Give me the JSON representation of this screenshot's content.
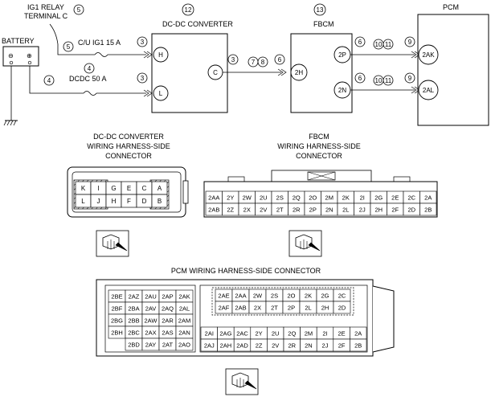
{
  "labels": {
    "ig1_relay": "IG1 RELAY",
    "terminal_c": "TERMINAL C",
    "battery": "BATTERY",
    "fuse1": "C/U IG1 15 A",
    "fuse2": "DCDC 50 A",
    "dcdc": "DC-DC CONVERTER",
    "fbcm": "FBCM",
    "pcm": "PCM",
    "dcdc_conn_title": [
      "DC-DC CONVERTER",
      "WIRING HARNESS-SIDE",
      "CONNECTOR"
    ],
    "fbcm_conn_title": [
      "FBCM",
      "WIRING HARNESS-SIDE",
      "CONNECTOR"
    ],
    "pcm_conn_title": "PCM WIRING HARNESS-SIDE CONNECTOR"
  },
  "circles": {
    "c5_top": "5",
    "c5_left": "5",
    "c4_mid": "4",
    "c4_left": "4",
    "c3_h": "3",
    "c3_l": "3",
    "c12": "12",
    "c13": "13",
    "c3_c": "3",
    "c7": "7",
    "c8": "8",
    "c6_2h": "6",
    "c6_2p": "6",
    "c10a": "10",
    "c11a": "11",
    "c9a": "9",
    "c6_2n": "6",
    "c10b": "10",
    "c11b": "11",
    "c9b": "9"
  },
  "pins": {
    "h": "H",
    "l": "L",
    "c": "C",
    "p2h": "2H",
    "p2p": "2P",
    "p2n": "2N",
    "p2ak": "2AK",
    "p2al": "2AL",
    "minus": "⊖",
    "plus": "⊕"
  },
  "dcdc_cells": [
    "K",
    "I",
    "G",
    "E",
    "C",
    "A",
    "L",
    "J",
    "H",
    "F",
    "D",
    "B"
  ],
  "fbcm_cells": [
    "2AA",
    "2Y",
    "2W",
    "2U",
    "2S",
    "2Q",
    "2O",
    "2M",
    "2K",
    "2I",
    "2G",
    "2E",
    "2C",
    "2A",
    "2AB",
    "2Z",
    "2X",
    "2V",
    "2T",
    "2R",
    "2P",
    "2N",
    "2L",
    "2J",
    "2H",
    "2F",
    "2D",
    "2B"
  ],
  "pcm_left": [
    "2BE",
    "2AZ",
    "2AU",
    "2AP",
    "2AK",
    "2BF",
    "2BA",
    "2AV",
    "2AQ",
    "2AL",
    "2BG",
    "2BB",
    "2AW",
    "2AR",
    "2AM",
    "2BH",
    "2BC",
    "2AX",
    "2AS",
    "2AN",
    "2BD",
    "2AY",
    "2AT",
    "2AO"
  ],
  "pcm_right_top": [
    "2AE",
    "2AA",
    "2W",
    "2S",
    "2O",
    "2K",
    "2G",
    "2C",
    "2AF",
    "2AB",
    "2X",
    "2T",
    "2P",
    "2L",
    "2H",
    "2D"
  ],
  "pcm_right_bottom": [
    "2AI",
    "2AG",
    "2AC",
    "2Y",
    "2U",
    "2Q",
    "2M",
    "2I",
    "2E",
    "2A",
    "2AJ",
    "2AH",
    "2AD",
    "2Z",
    "2V",
    "2R",
    "2N",
    "2J",
    "2F",
    "2B"
  ]
}
